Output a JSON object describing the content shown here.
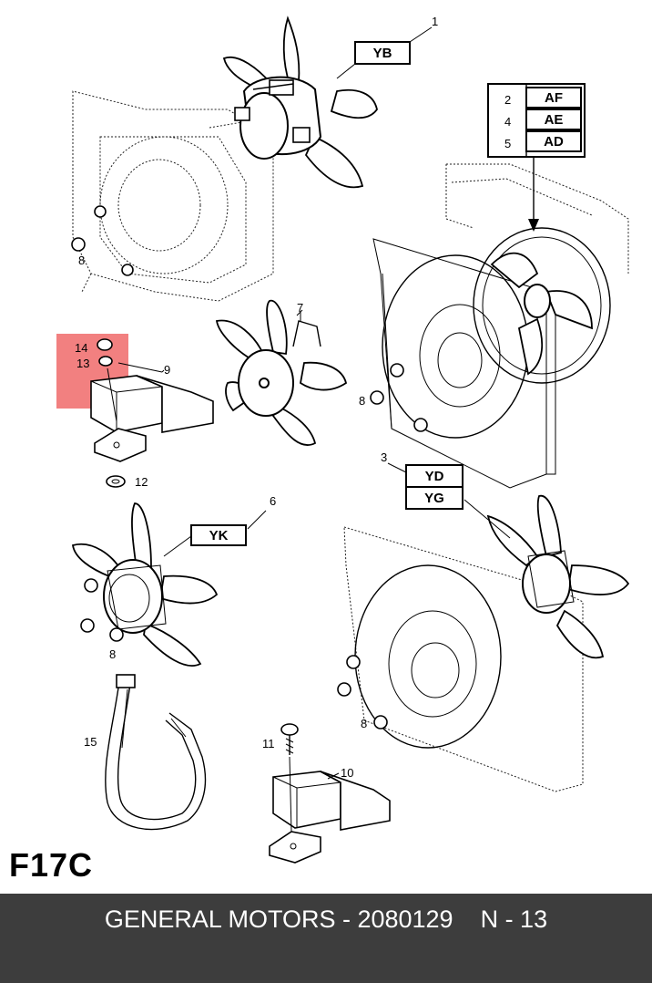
{
  "callouts": [
    {
      "id": "part-1",
      "number": "1",
      "codes": [
        "YB"
      ]
    },
    {
      "id": "part-2",
      "number": "2",
      "codes": [
        "AF"
      ]
    },
    {
      "id": "part-4",
      "number": "4",
      "codes": [
        "AE"
      ]
    },
    {
      "id": "part-5",
      "number": "5",
      "codes": [
        "AD"
      ]
    },
    {
      "id": "part-3",
      "number": "3",
      "codes": [
        "YD",
        "YG"
      ]
    },
    {
      "id": "part-6",
      "number": "6",
      "codes": [
        "YK"
      ]
    }
  ],
  "labels": {
    "p7": "7",
    "p8a": "8",
    "p8b": "8",
    "p8c": "8",
    "p8d": "8",
    "p9": "9",
    "p10": "10",
    "p11": "11",
    "p12": "12",
    "p13": "13",
    "p14": "14",
    "p15": "15"
  },
  "highlight_color": "#f06a6a",
  "figure_label": "F17C",
  "footer": {
    "text": "GENERAL MOTORS - 2080129    N - 13",
    "background": "#3d3d3d"
  }
}
